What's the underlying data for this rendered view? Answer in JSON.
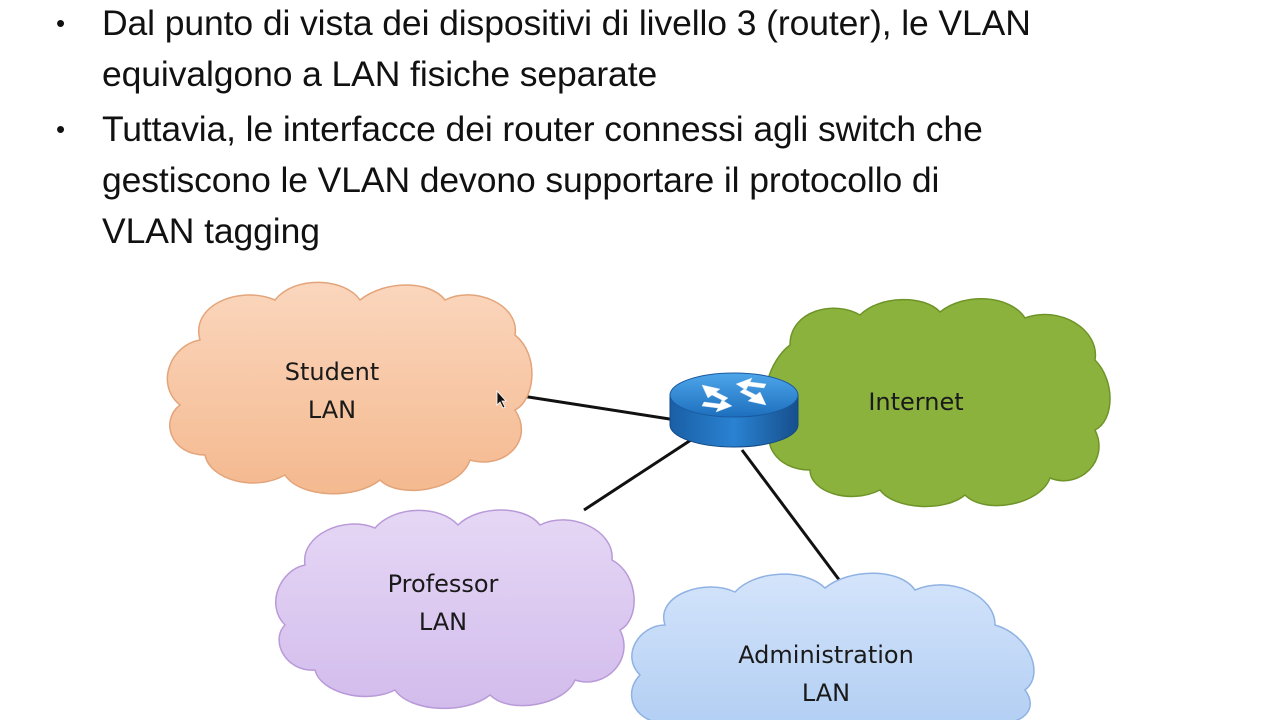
{
  "bullets": [
    {
      "lines": [
        "Dal punto di vista dei dispositivi di livello 3 (router), le VLAN",
        "equivalgono a LAN fisiche separate"
      ]
    },
    {
      "lines": [
        "Tuttavia, le interfacce dei router connessi agli switch che",
        "gestiscono le VLAN devono supportare il protocollo di",
        "VLAN tagging"
      ]
    }
  ],
  "bullet_symbol": "•",
  "diagram": {
    "clouds": {
      "student": {
        "line1": "Student",
        "line2": "LAN",
        "color": "#f7c6a5",
        "stroke": "#e0a47c"
      },
      "internet": {
        "line1": "Internet",
        "color": "#8cb23e",
        "stroke": "#6e9428"
      },
      "professor": {
        "line1": "Professor",
        "line2": "LAN",
        "color": "#dcc9ef",
        "stroke": "#b79ad9"
      },
      "administration": {
        "line1": "Administration",
        "line2": "LAN",
        "color": "#c4d9f7",
        "stroke": "#8fb2e3"
      }
    },
    "router_icon": "router-icon",
    "router_color": "#1f78c8"
  }
}
